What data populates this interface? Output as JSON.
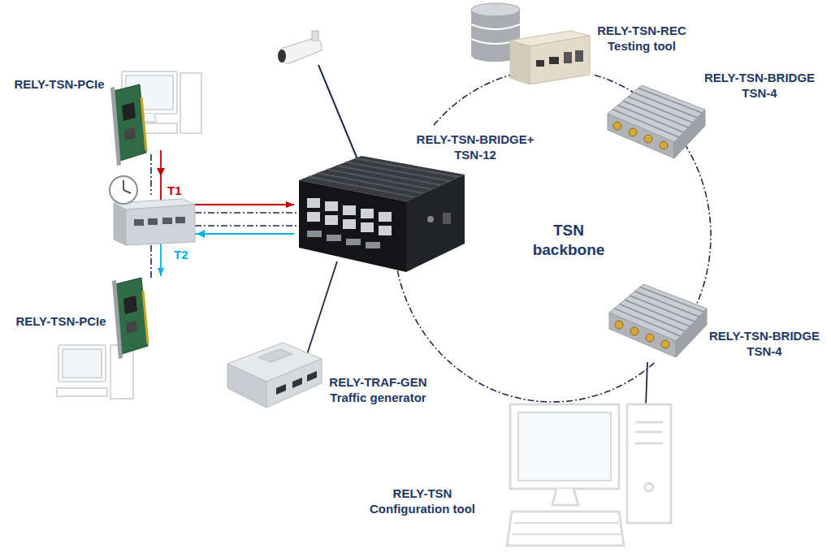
{
  "diagram": {
    "nodes": [
      {
        "text": [
          "RELY-TSN-REC",
          "Testing tool"
        ]
      },
      {
        "text": [
          "RELY-TSN-BRIDGE",
          "TSN-4"
        ]
      },
      {
        "text": [
          "RELY-TSN-PCIe"
        ]
      },
      {
        "text": [
          "RELY-TSN-BRIDGE+",
          "TSN-12"
        ]
      },
      {
        "text": [
          "RELY-TSN-PCIe"
        ]
      },
      {
        "text": [
          "RELY-TSN-BRIDGE",
          "TSN-4"
        ]
      },
      {
        "text": [
          "RELY-TRAF-GEN",
          "Traffic generator"
        ]
      },
      {
        "text": [
          "RELY-TSN",
          "Configuration tool"
        ]
      }
    ],
    "edges": [
      {
        "from": 2,
        "to": 3,
        "label": "T1",
        "arrow": "to"
      },
      {
        "from": 3,
        "to": 4,
        "label": "T2",
        "arrow": "to"
      },
      {
        "from": 3,
        "to": 0,
        "arrow": "none"
      },
      {
        "from": 0,
        "to": 1,
        "arrow": "none"
      },
      {
        "from": 1,
        "to": 5,
        "arrow": "none"
      },
      {
        "from": 5,
        "to": 3,
        "arrow": "none"
      },
      {
        "from": 3,
        "to": 6,
        "arrow": "none"
      },
      {
        "from": 5,
        "to": 7,
        "arrow": "none"
      }
    ],
    "labels": [
      "TSN backbone"
    ]
  }
}
